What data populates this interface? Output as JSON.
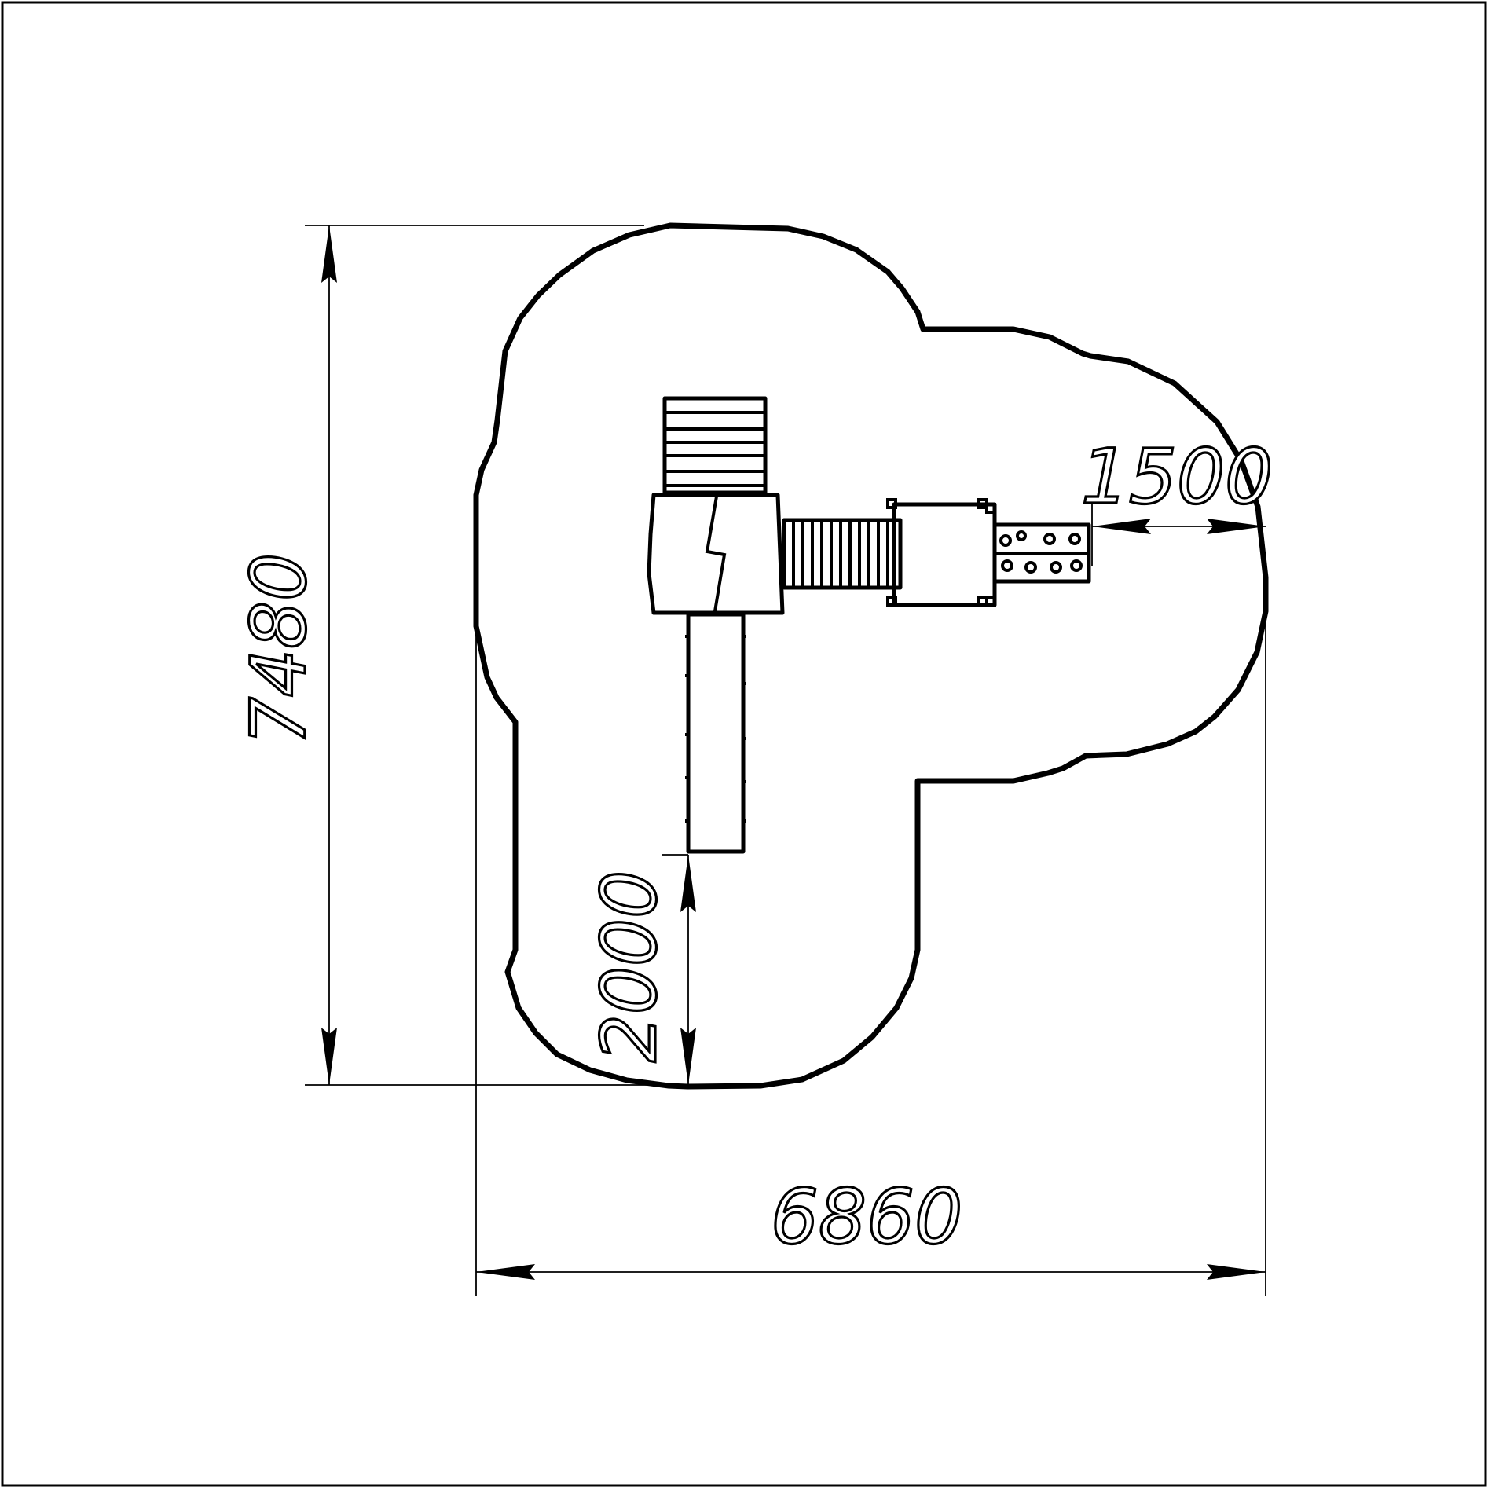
{
  "dimensions": {
    "height": "7480",
    "width": "6860",
    "depth": "1500",
    "clearance": "2000"
  }
}
